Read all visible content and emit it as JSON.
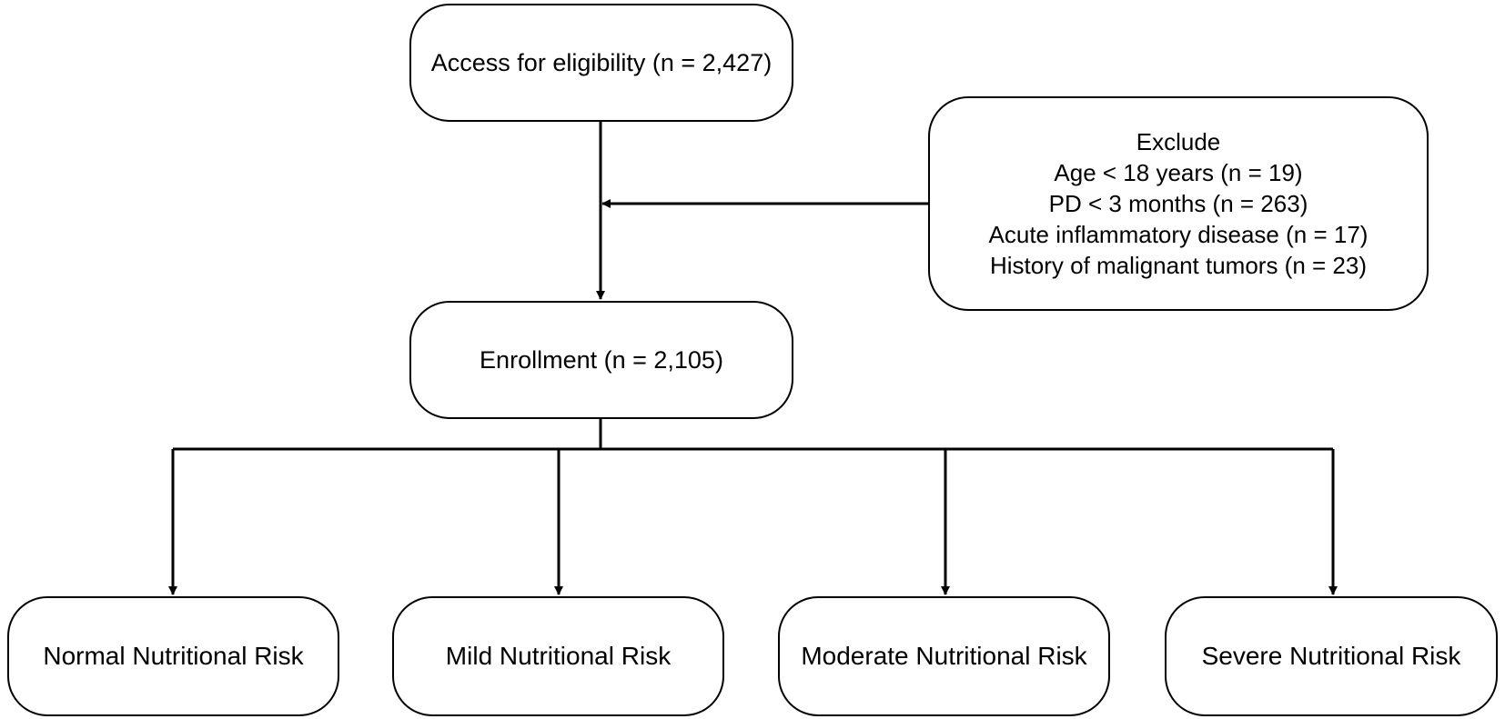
{
  "flowchart": {
    "access": {
      "label": "Access for eligibility (n = 2,427)"
    },
    "exclude": {
      "heading": "Exclude",
      "criteria": [
        "Age < 18 years (n = 19)",
        "PD < 3 months (n = 263)",
        "Acute inflammatory disease (n = 17)",
        "History of malignant tumors (n = 23)"
      ]
    },
    "enrollment": {
      "label": "Enrollment (n = 2,105)"
    },
    "outcomes": [
      {
        "label": "Normal Nutritional Risk"
      },
      {
        "label": "Mild Nutritional Risk"
      },
      {
        "label": "Moderate Nutritional Risk"
      },
      {
        "label": "Severe Nutritional Risk"
      }
    ]
  },
  "colors": {
    "stroke": "#000000",
    "background": "#ffffff"
  }
}
